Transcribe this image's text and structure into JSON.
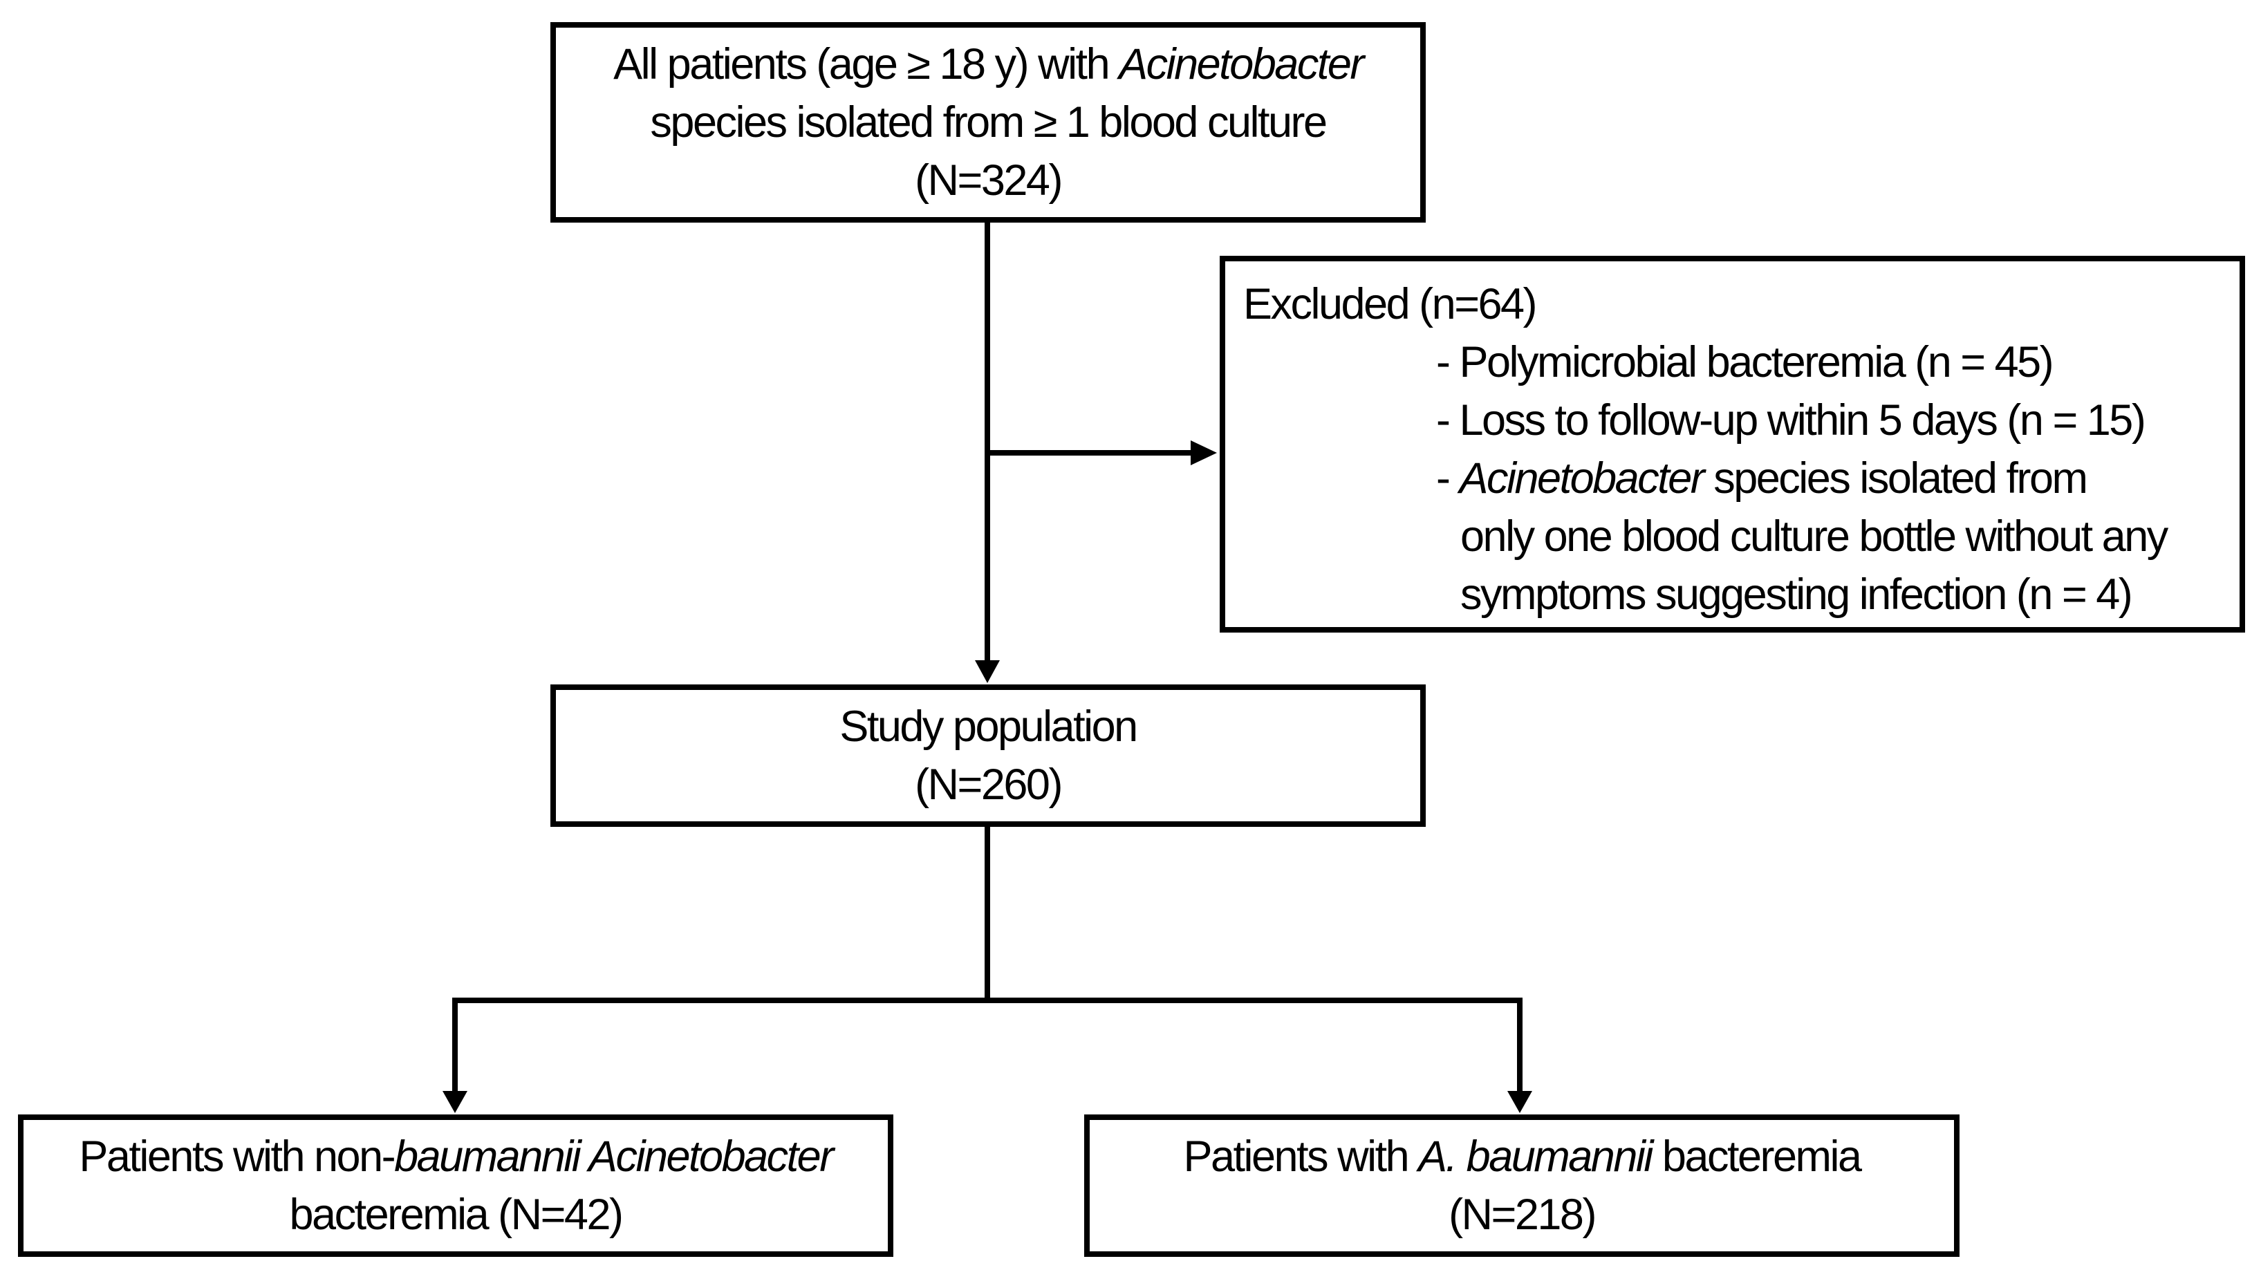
{
  "top_box": {
    "line1_prefix": "All patients (age ≥ 18 y) with ",
    "line1_italic": "Acinetobacter",
    "line2": "species isolated from ≥ 1 blood culture",
    "line3": "(N=324)"
  },
  "excluded_box": {
    "title": "Excluded (n=64)",
    "item1": "- Polymicrobial bacteremia (n = 45)",
    "item2": "- Loss to follow-up within 5 days (n = 15)",
    "item3_prefix": "- ",
    "item3_italic": "Acinetobacter",
    "item3_rest": " species isolated from",
    "item3_line2": "only one blood culture bottle without any",
    "item3_line3": "symptoms suggesting infection (n = 4)"
  },
  "study_box": {
    "line1": "Study population",
    "line2": "(N=260)"
  },
  "left_box": {
    "line1_prefix": "Patients with non-",
    "line1_italic": "baumannii Acinetobacter",
    "line2": "bacteremia (N=42)"
  },
  "right_box": {
    "line1_prefix": "Patients with ",
    "line1_italic": "A. baumannii",
    "line1_suffix": " bacteremia",
    "line2": "(N=218)"
  },
  "colors": {
    "stroke": "#000000",
    "background": "#ffffff"
  }
}
